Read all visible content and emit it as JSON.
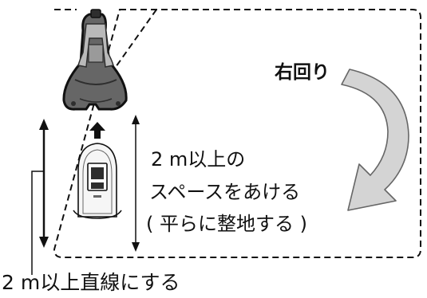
{
  "labels": {
    "direction": "右回り",
    "space_line_1": "2 m以上の",
    "space_line_2": "スペースをあける",
    "space_line_3": "( 平らに整地する )",
    "straight": "2 m以上直線にする"
  },
  "colors": {
    "line": "#111111",
    "mower_body": "#666666",
    "mower_dark": "#2e2e2e",
    "mower_light": "#b9b9b9",
    "arrow_fill": "#d4d4d4",
    "arrow_stroke": "#666666",
    "station_fill": "#f6f6f6"
  },
  "icons": {
    "mower": "robot-mower-icon",
    "station": "charging-station-icon",
    "direction_arrow": "curved-arrow-icon",
    "up_arrow": "up-arrow-icon"
  }
}
